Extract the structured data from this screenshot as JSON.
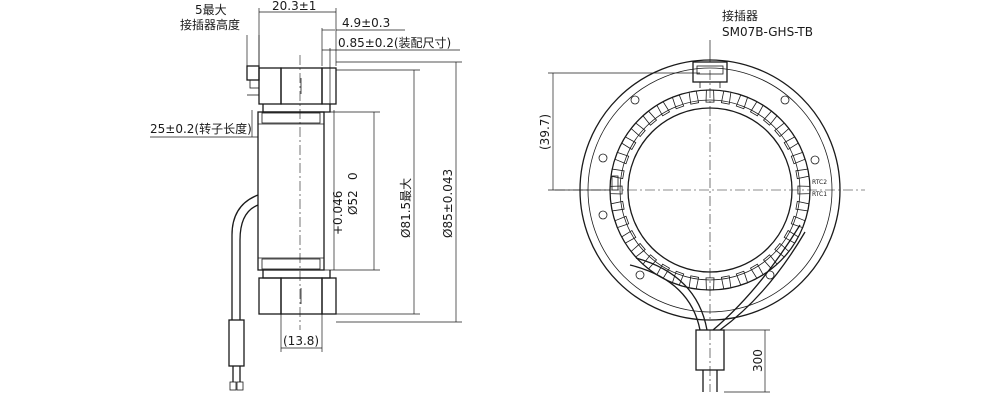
{
  "side_view": {
    "connector_height": "5最大\n接插器高度",
    "connector_height_lines": [
      "5最大",
      "接插器高度"
    ],
    "width_total": "20.3±1",
    "width_4_9": "4.9±0.3",
    "assembly_dim": "0.85±0.2(装配尺寸)",
    "rotor_length": "25±0.2(转子长度)",
    "bore_tol_plus": "+0.046",
    "bore_tol_zero": "0",
    "bore_dia": "Ø52",
    "dia_81_5": "Ø81.5最大",
    "dia_85": "Ø85±0.043",
    "dim_13_8": "(13.8)"
  },
  "front_view": {
    "connector_label_lines": [
      "接插器",
      "SM07B-GHS-TB"
    ],
    "height_39_7": "(39.7)",
    "lead_length": "300",
    "mark_1": "RTC2",
    "mark_2": "RTC1"
  },
  "colors": {
    "line": "#1a1a1a",
    "hatch": "#1a1a1a"
  }
}
